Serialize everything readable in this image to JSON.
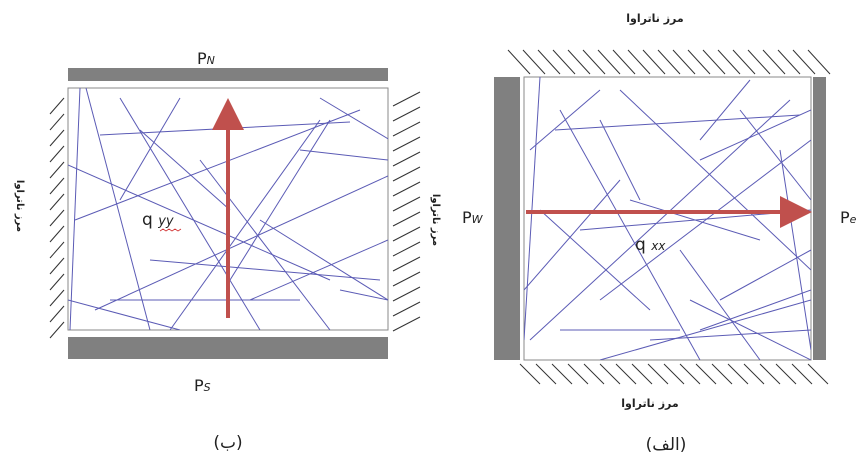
{
  "figure_b": {
    "top_label_main": "P",
    "top_label_sub": "N",
    "bottom_label_main": "P",
    "bottom_label_sub": "S",
    "flux_main": "q ",
    "flux_sub": "yy",
    "left_boundary": "مرز ناتراوا",
    "right_boundary": "مرز ناتراوا",
    "caption": "(ب)"
  },
  "figure_a": {
    "top_boundary": "مرز ناتراوا",
    "bottom_boundary": "مرز ناتراوا",
    "left_label_main": "P",
    "left_label_sub": "W",
    "right_label_main": "P",
    "right_label_sub": "e",
    "flux_main": "q ",
    "flux_sub": "xx",
    "caption": "(الف)"
  },
  "colors": {
    "plate": "#808080",
    "fracture": "#5b5bb5",
    "arrow": "#c0504d",
    "frame": "#8a8a8a"
  }
}
